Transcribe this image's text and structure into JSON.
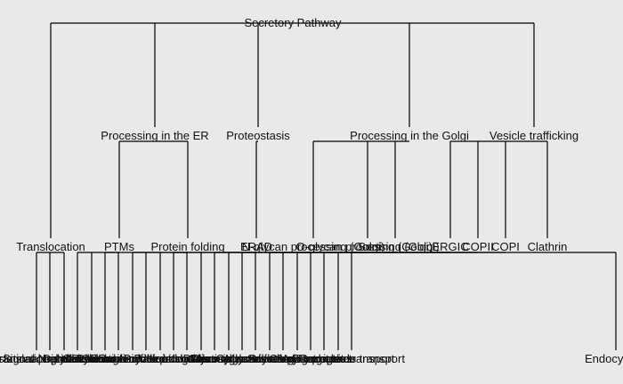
{
  "diagram": {
    "root": "Secretory Pathway",
    "level1": [
      "Processing in the ER",
      "Proteostasis",
      "Processing in the Golgi",
      "Vesicle trafficking"
    ],
    "level2": [
      "Translocation",
      "PTMs",
      "Protein folding",
      "ERAD",
      "N-glycan processing (Golgi)",
      "O-glycan processing (Golgi)",
      "Sorting (Golgi)",
      "ERGIC",
      "COPII",
      "COPI",
      "Clathrin"
    ],
    "level3": [
      "Cotranslational translocation",
      "Posttranslational translocation",
      "Signal peptide cleavage",
      "N-glycosylation",
      "GPI anchor",
      "Disulfide bond formation",
      "Calnexin cycle",
      "BiP",
      "Protein disulfide isomerase",
      "ER-associated degradation",
      "Ubiquitination",
      "UPR",
      "Heat shock response",
      "Trimming",
      "Mannosidases",
      "Glycosyltransferases",
      "O-glycosylation",
      "Sulfation",
      "Mannose-6-phosphate",
      "Secretory granules",
      "Cargo receptors",
      "ER exit sites",
      "Anterograde transport",
      "Retrograde transport",
      "Endocytosis"
    ]
  }
}
